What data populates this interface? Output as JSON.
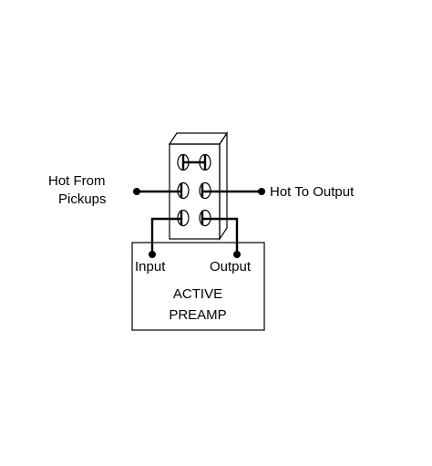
{
  "labels": {
    "hot_from_line1": "Hot From",
    "hot_from_line2": "Pickups",
    "hot_to_output": "Hot To Output",
    "preamp_input": "Input",
    "preamp_output": "Output",
    "preamp_line1": "ACTIVE",
    "preamp_line2": "PREAMP"
  },
  "colors": {
    "ink": "#000000",
    "background": "#ffffff"
  }
}
